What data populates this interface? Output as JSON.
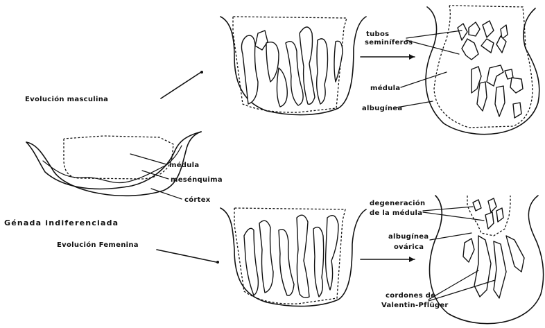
{
  "labels": {
    "evolucion_masculina": "Evolución masculina",
    "evolucion_femenina": "Evolución Femenina",
    "gonada_indiferenciada": "Génada indiferenciada",
    "medula": "médula",
    "mesenquima": "mesénquima",
    "cortex": "córtex",
    "tubos": "tubos",
    "seminiferos": "seminíferos",
    "medula_m": "médula",
    "albuginea_m": "albugínea",
    "degeneracion": "degeneración",
    "de_la_medula": "de la médula",
    "albuginea_f": "albugínea",
    "ovarica": "ovárica",
    "cordones_de": "cordones de",
    "valentin_pfluger": "Valentin-Pflüger"
  }
}
